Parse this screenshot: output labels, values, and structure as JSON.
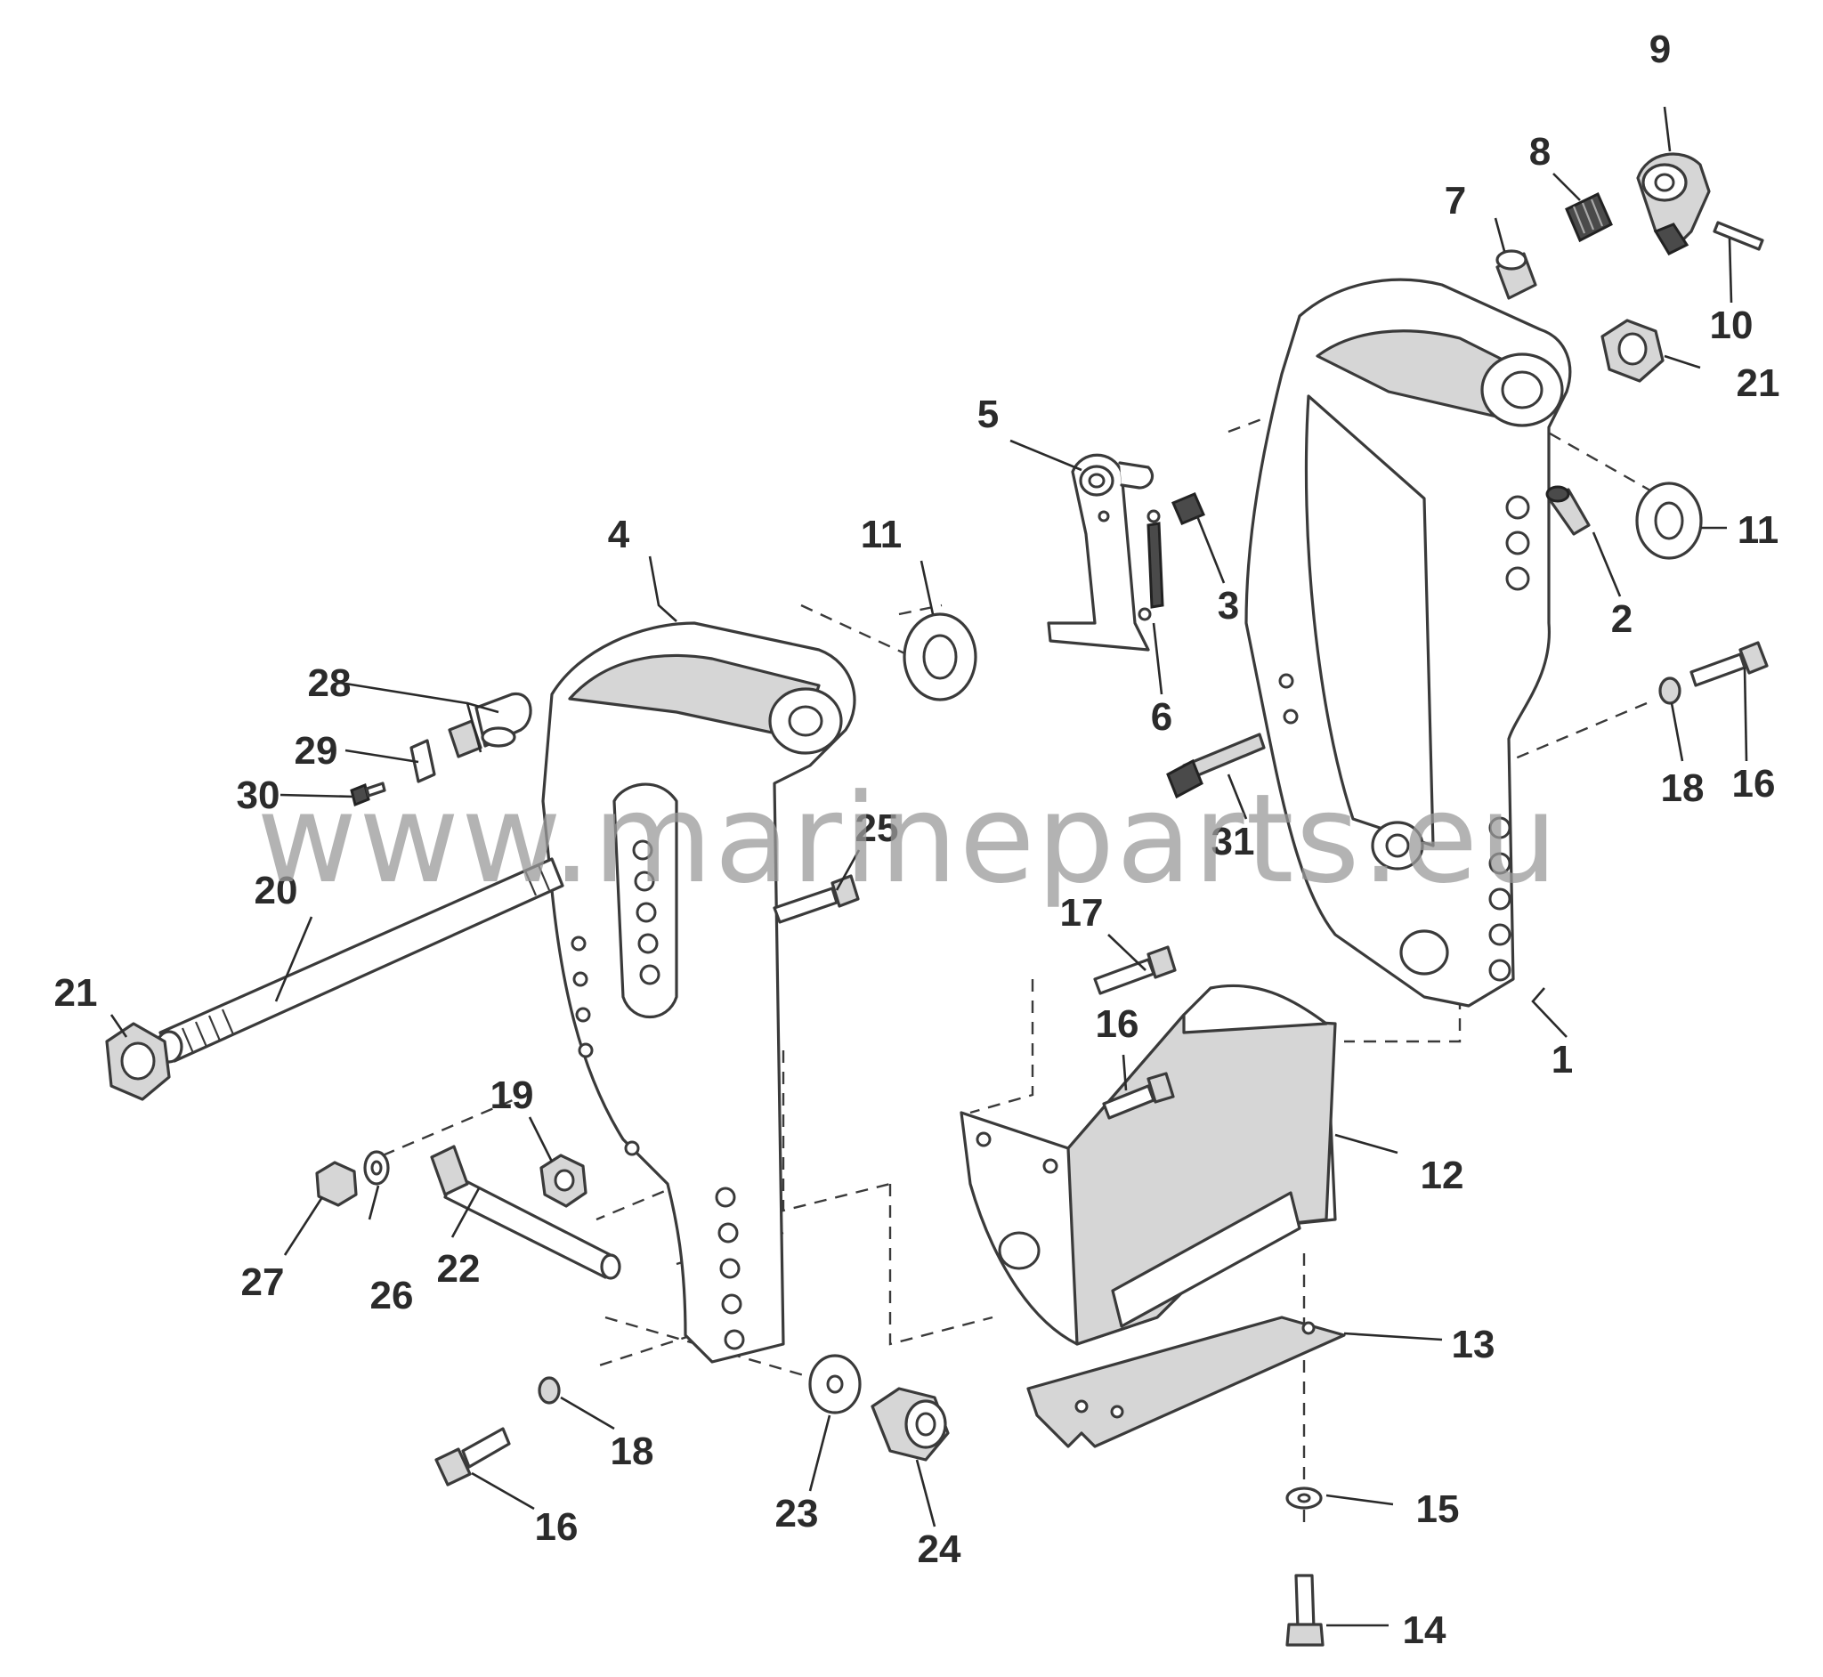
{
  "watermark": "www.marineparts.eu",
  "callouts": [
    {
      "id": "c1",
      "label": "1"
    },
    {
      "id": "c2",
      "label": "2"
    },
    {
      "id": "c3",
      "label": "3"
    },
    {
      "id": "c4",
      "label": "4"
    },
    {
      "id": "c5",
      "label": "5"
    },
    {
      "id": "c6",
      "label": "6"
    },
    {
      "id": "c7",
      "label": "7"
    },
    {
      "id": "c8",
      "label": "8"
    },
    {
      "id": "c9",
      "label": "9"
    },
    {
      "id": "c10",
      "label": "10"
    },
    {
      "id": "c11a",
      "label": "11"
    },
    {
      "id": "c11b",
      "label": "11"
    },
    {
      "id": "c12",
      "label": "12"
    },
    {
      "id": "c13",
      "label": "13"
    },
    {
      "id": "c14",
      "label": "14"
    },
    {
      "id": "c15",
      "label": "15"
    },
    {
      "id": "c16a",
      "label": "16"
    },
    {
      "id": "c16b",
      "label": "16"
    },
    {
      "id": "c16c",
      "label": "16"
    },
    {
      "id": "c17",
      "label": "17"
    },
    {
      "id": "c18a",
      "label": "18"
    },
    {
      "id": "c18b",
      "label": "18"
    },
    {
      "id": "c19",
      "label": "19"
    },
    {
      "id": "c20",
      "label": "20"
    },
    {
      "id": "c21a",
      "label": "21"
    },
    {
      "id": "c21b",
      "label": "21"
    },
    {
      "id": "c22",
      "label": "22"
    },
    {
      "id": "c23",
      "label": "23"
    },
    {
      "id": "c24",
      "label": "24"
    },
    {
      "id": "c25",
      "label": "25"
    },
    {
      "id": "c26",
      "label": "26"
    },
    {
      "id": "c27",
      "label": "27"
    },
    {
      "id": "c28",
      "label": "28"
    },
    {
      "id": "c29",
      "label": "29"
    },
    {
      "id": "c30",
      "label": "30"
    },
    {
      "id": "c31",
      "label": "31"
    }
  ]
}
